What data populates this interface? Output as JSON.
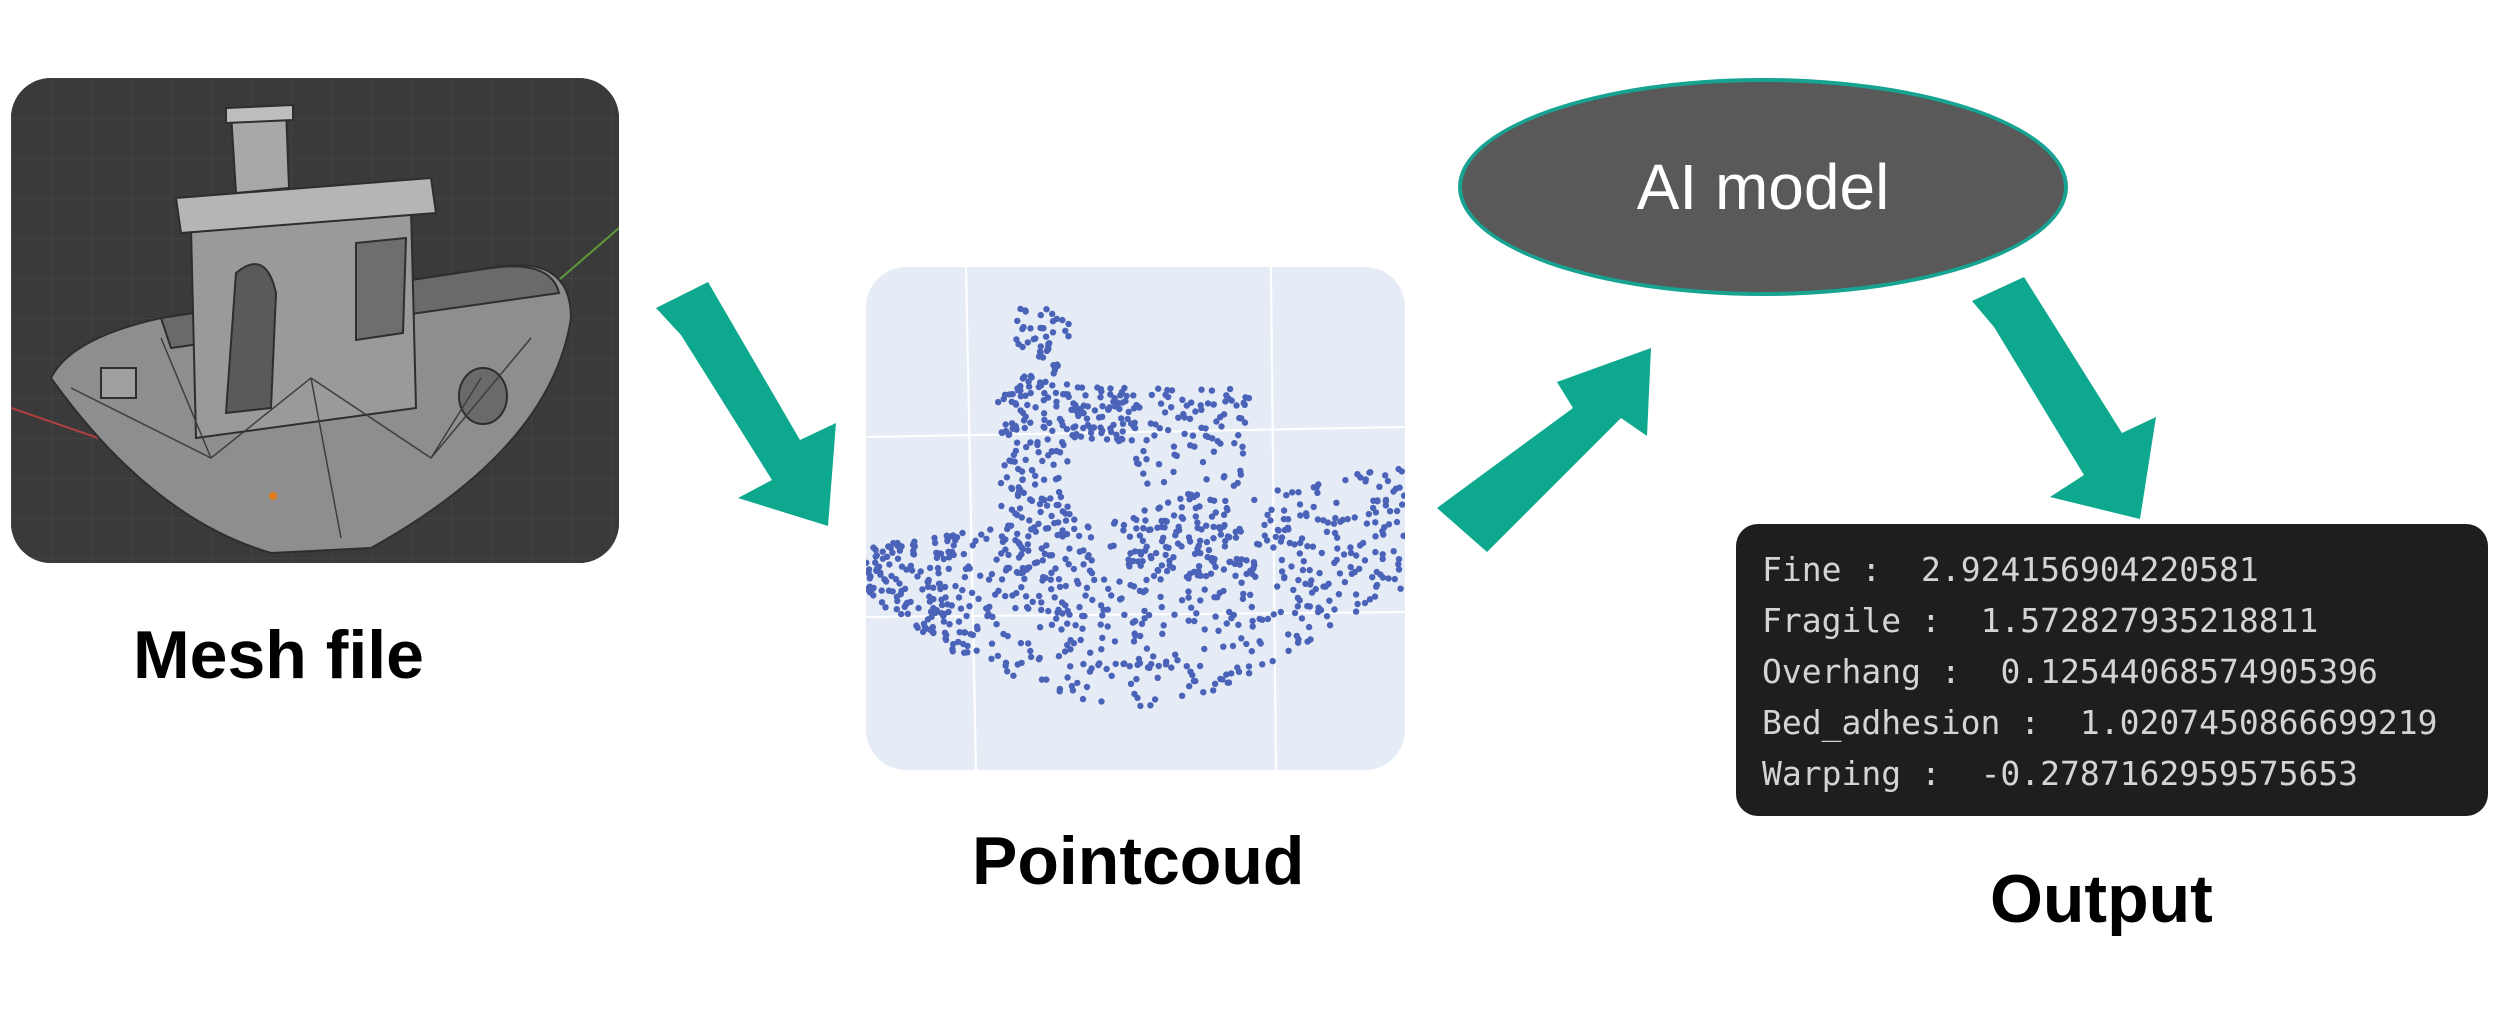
{
  "stages": {
    "mesh": {
      "caption": "Mesh file",
      "icon": "boat-mesh-render"
    },
    "pointcloud": {
      "caption": "Pointcoud",
      "icon": "boat-pointcloud-scatter"
    },
    "model": {
      "label": "AI model"
    },
    "output": {
      "caption": "Output"
    }
  },
  "output_lines": [
    {
      "name": "Fine",
      "value": "2.924156904220581"
    },
    {
      "name": "Fragile",
      "value": "1.572827935218811"
    },
    {
      "name": "Overhang",
      "value": "0.12544068574905396"
    },
    {
      "name": "Bed_adhesion",
      "value": "1.0207450866699219"
    },
    {
      "name": "Warping",
      "value": "-0.2787162959575653"
    }
  ],
  "colors": {
    "arrow": "#0ea88e",
    "ellipse_fill": "#595959",
    "ellipse_border": "#17a392",
    "points": "#4a63b8",
    "terminal_bg": "#1e1e1e"
  }
}
